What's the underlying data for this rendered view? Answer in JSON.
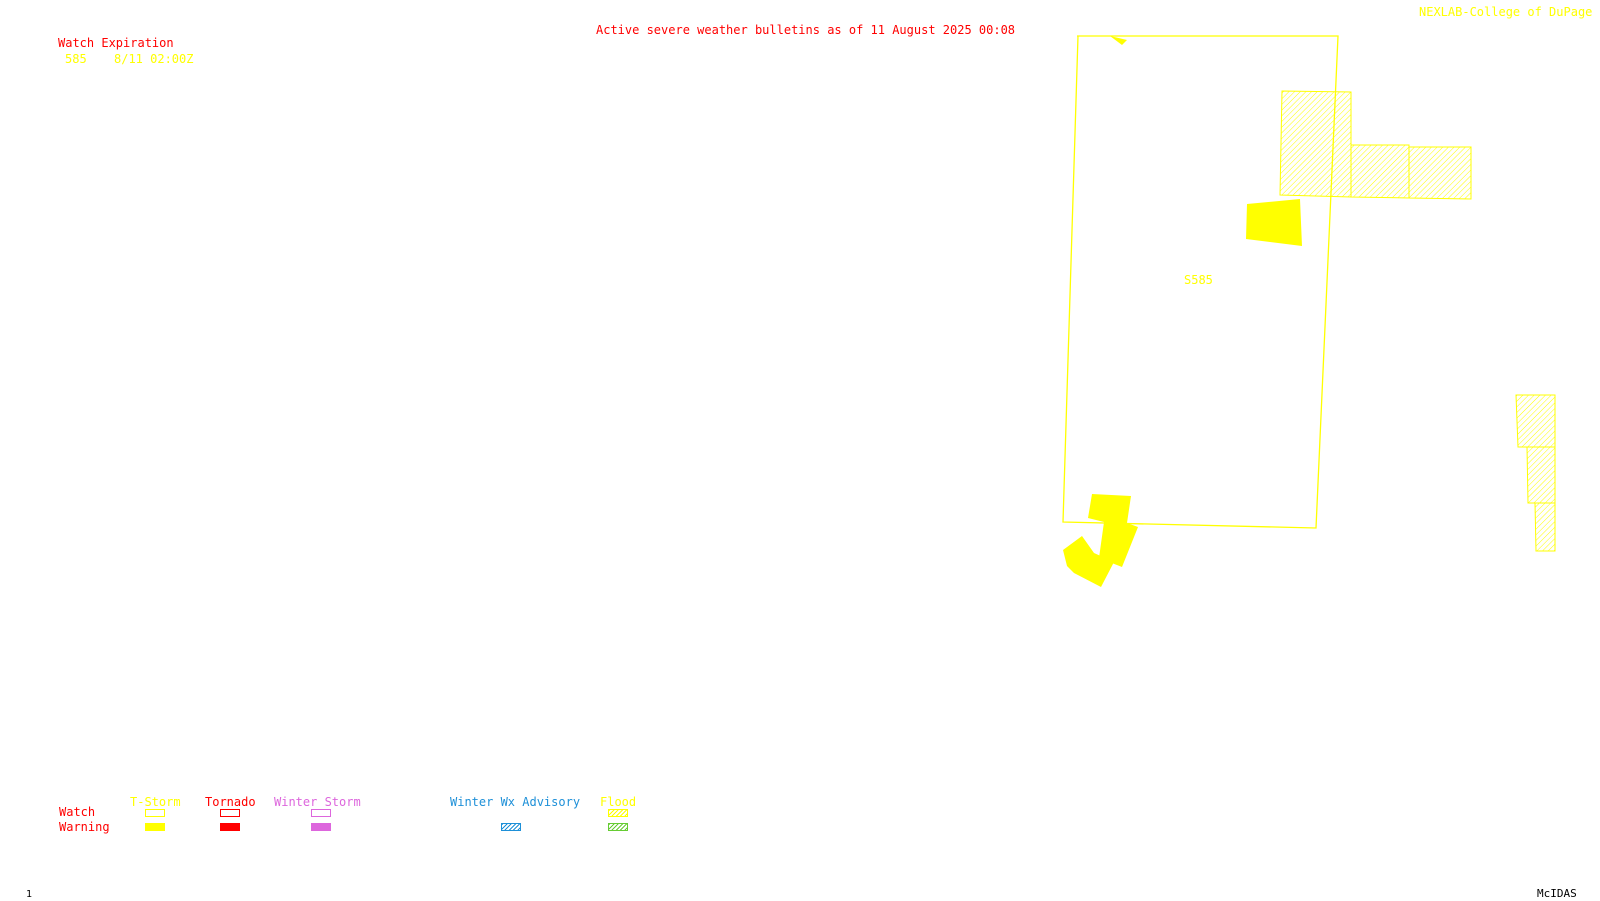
{
  "header": {
    "title": "Active severe weather bulletins as of 11 August 2025 00:08",
    "credit": "NEXLAB-College of DuPage R"
  },
  "watch_table": {
    "heading": "Watch Expiration",
    "rows": [
      {
        "number": "585",
        "expires": "8/11 02:00Z"
      }
    ]
  },
  "map": {
    "watch_label": "S585"
  },
  "legend": {
    "row_labels": {
      "watch": "Watch",
      "warning": "Warning"
    },
    "columns": [
      {
        "label": "T-Storm",
        "color": "#ffff00",
        "watch_style": "outline",
        "warning_style": "solid"
      },
      {
        "label": "Tornado",
        "color": "#ff0000",
        "watch_style": "outline",
        "warning_style": "solid"
      },
      {
        "label": "Winter Storm",
        "color": "#dd66dd",
        "watch_style": "outline",
        "warning_style": "solid"
      },
      {
        "label": "Winter Wx Advisory",
        "color": "#1e90d8",
        "watch_style": "none",
        "warning_style": "hatched"
      },
      {
        "label": "Flood",
        "color": "#ffff00",
        "watch_style": "hatched",
        "warning_style": "hatched",
        "warning_color": "#66cc33"
      }
    ]
  },
  "footer": {
    "frame_number": "1",
    "software": "McIDAS"
  },
  "colors": {
    "background": "#ffffff",
    "title": "#ff0000",
    "tstorm": "#ffff00",
    "tornado": "#ff0000"
  }
}
